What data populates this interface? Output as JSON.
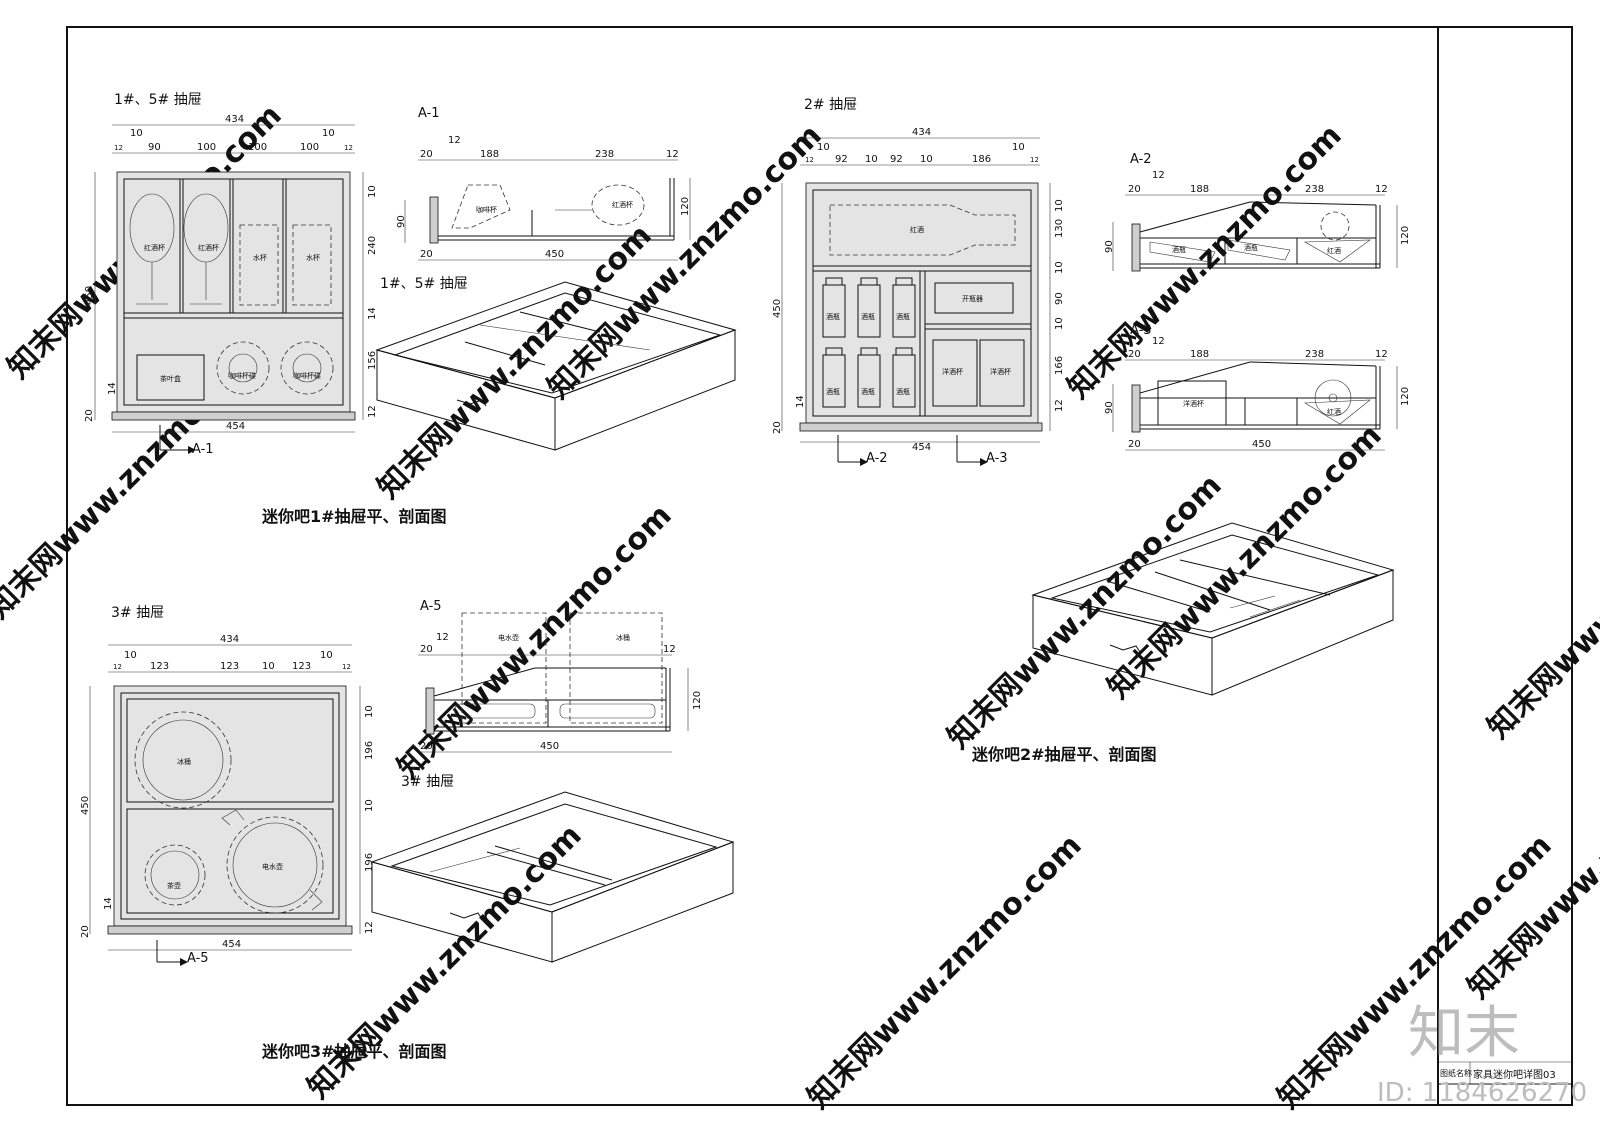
{
  "drawing": {
    "title_block": {
      "sheet_title": "家具迷你吧详图03",
      "small_label": "图纸名称",
      "site_logo": "知末",
      "id_text": "ID: 1184626270"
    },
    "watermark": "知末网www.znzmo.com",
    "drawer_1_5": {
      "plan_title": "1#、5# 抽屉",
      "iso_title": "1#、5# 抽屉",
      "caption": "迷你吧1#抽屉平、剖面图",
      "dims_top": [
        "434",
        "12",
        "10",
        "90",
        "100",
        "100",
        "100",
        "10",
        "12"
      ],
      "dims_side": [
        "10",
        "240",
        "14",
        "156",
        "12",
        "450",
        "20",
        "14"
      ],
      "dim_bottom": "454",
      "items": [
        "红酒杯",
        "红酒杯",
        "水杯",
        "水杯",
        "茶叶盒",
        "咖啡杯碟",
        "咖啡杯碟"
      ],
      "section_marker": "A-1",
      "section": {
        "title": "A-1",
        "dims": [
          "20",
          "12",
          "188",
          "238",
          "12",
          "120",
          "90",
          "20",
          "450"
        ],
        "items": [
          "咖啡杯",
          "红酒杯"
        ]
      }
    },
    "drawer_2": {
      "plan_title": "2# 抽屉",
      "caption": "迷你吧2#抽屉平、剖面图",
      "dims_top": [
        "434",
        "12",
        "10",
        "92",
        "10",
        "92",
        "10",
        "186",
        "10",
        "12"
      ],
      "dims_side": [
        "10",
        "130",
        "10",
        "90",
        "10",
        "166",
        "12",
        "450",
        "20",
        "14"
      ],
      "dim_bottom": "454",
      "items": [
        "红酒",
        "酒瓶",
        "酒瓶",
        "酒瓶",
        "开瓶器",
        "酒瓶",
        "酒瓶",
        "酒瓶",
        "洋酒杯",
        "洋酒杯"
      ],
      "section_markers": [
        "A-2",
        "A-3"
      ],
      "section_a2": {
        "title": "A-2",
        "dims": [
          "20",
          "12",
          "188",
          "238",
          "12",
          "120",
          "90"
        ],
        "items": [
          "酒瓶",
          "酒瓶",
          "红酒"
        ]
      },
      "section_a3": {
        "title": "A-3",
        "dims": [
          "20",
          "12",
          "188",
          "238",
          "12",
          "120",
          "90",
          "20",
          "450"
        ],
        "items": [
          "洋酒杯",
          "红酒"
        ]
      }
    },
    "drawer_3": {
      "plan_title": "3# 抽屉",
      "iso_title": "3# 抽屉",
      "caption": "迷你吧3#抽屉平、剖面图",
      "dims_top": [
        "434",
        "12",
        "10",
        "123",
        "123",
        "10",
        "123",
        "10",
        "12"
      ],
      "dims_side": [
        "10",
        "196",
        "10",
        "196",
        "12",
        "450",
        "20",
        "14"
      ],
      "dim_bottom": "454",
      "items": [
        "冰桶",
        "茶壶",
        "电水壶"
      ],
      "section_marker": "A-5",
      "section": {
        "title": "A-5",
        "dims": [
          "20",
          "12",
          "12",
          "120",
          "20",
          "450"
        ],
        "items": [
          "电水壶",
          "冰桶"
        ]
      }
    }
  }
}
